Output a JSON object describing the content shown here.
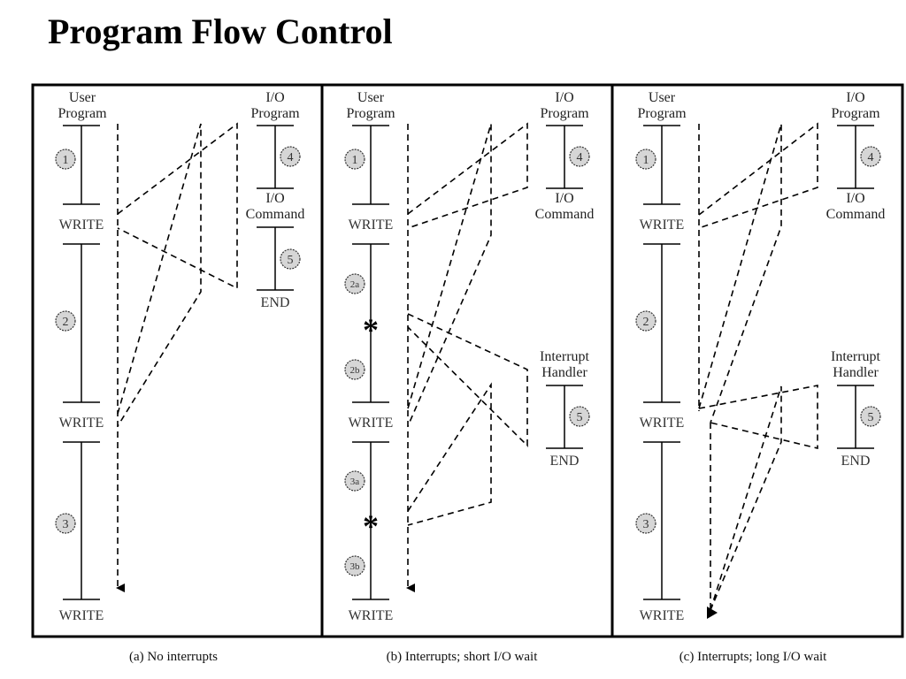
{
  "title": "Program Flow Control",
  "panels": [
    {
      "caption": "(a) No interrupts",
      "user_program": {
        "label_line1": "User",
        "label_line2": "Program",
        "segments": [
          "1",
          "2",
          "3"
        ],
        "write_labels": [
          "WRITE",
          "WRITE",
          "WRITE"
        ]
      },
      "io_program": {
        "label_line1": "I/O",
        "label_line2": "Program",
        "step_top": "4",
        "mid_label_line1": "I/O",
        "mid_label_line2": "Command",
        "step_bottom": "5",
        "end_label": "END"
      }
    },
    {
      "caption": "(b) Interrupts; short I/O wait",
      "user_program": {
        "label_line1": "User",
        "label_line2": "Program",
        "segments": [
          "1",
          "2a",
          "2b",
          "3a",
          "3b"
        ],
        "write_labels": [
          "WRITE",
          "WRITE",
          "WRITE"
        ],
        "interrupt_marker": "*"
      },
      "io_program": {
        "label_line1": "I/O",
        "label_line2": "Program",
        "step_top": "4",
        "mid_label_line1": "I/O",
        "mid_label_line2": "Command"
      },
      "handler": {
        "label_line1": "Interrupt",
        "label_line2": "Handler",
        "step": "5",
        "end_label": "END"
      }
    },
    {
      "caption": "(c) Interrupts; long I/O wait",
      "user_program": {
        "label_line1": "User",
        "label_line2": "Program",
        "segments": [
          "1",
          "2",
          "3"
        ],
        "write_labels": [
          "WRITE",
          "WRITE",
          "WRITE"
        ]
      },
      "io_program": {
        "label_line1": "I/O",
        "label_line2": "Program",
        "step_top": "4",
        "mid_label_line1": "I/O",
        "mid_label_line2": "Command"
      },
      "handler": {
        "label_line1": "Interrupt",
        "label_line2": "Handler",
        "step": "5",
        "end_label": "END"
      }
    }
  ]
}
